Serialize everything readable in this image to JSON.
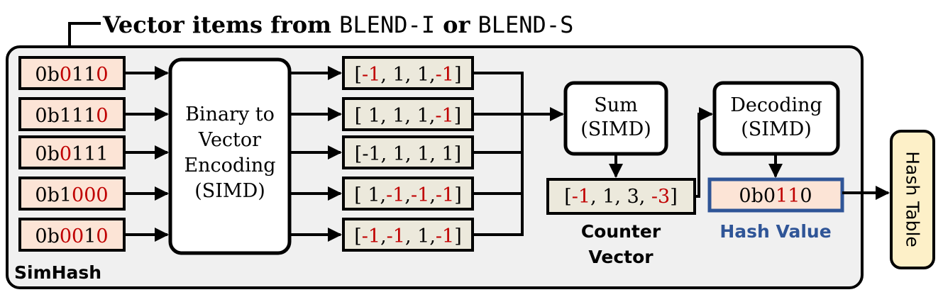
{
  "colors": {
    "red": "#c00000",
    "blue": "#2f5597",
    "input_fill": "#fce4d6",
    "vector_fill": "#ece9dc",
    "table_fill": "#fdf0c8",
    "panel_fill": "#f0f0f0"
  },
  "header": {
    "prefix": "Vector items from ",
    "code1": "BLEND-I",
    "connector": " or ",
    "code2": "BLEND-S"
  },
  "panel_label": "SimHash",
  "inputs": [
    {
      "prefix": "0b",
      "bits": [
        "0",
        "1",
        "1",
        "0"
      ],
      "flags": [
        true,
        false,
        false,
        true
      ]
    },
    {
      "prefix": "0b",
      "bits": [
        "1",
        "1",
        "1",
        "0"
      ],
      "flags": [
        false,
        false,
        false,
        true
      ]
    },
    {
      "prefix": "0b",
      "bits": [
        "0",
        "1",
        "1",
        "1"
      ],
      "flags": [
        true,
        false,
        false,
        false
      ]
    },
    {
      "prefix": "0b",
      "bits": [
        "1",
        "0",
        "0",
        "0"
      ],
      "flags": [
        false,
        true,
        true,
        true
      ]
    },
    {
      "prefix": "0b",
      "bits": [
        "0",
        "0",
        "1",
        "0"
      ],
      "flags": [
        true,
        true,
        false,
        true
      ]
    }
  ],
  "encoder": {
    "lines": [
      "Binary to",
      "Vector",
      "Encoding",
      "(SIMD)"
    ]
  },
  "vectors": [
    {
      "tokens": [
        {
          "t": "[",
          "r": false
        },
        {
          "t": "-1",
          "r": true
        },
        {
          "t": ", 1, 1,",
          "r": false
        },
        {
          "t": "-1",
          "r": true
        },
        {
          "t": "]",
          "r": false
        }
      ]
    },
    {
      "tokens": [
        {
          "t": "[ 1, 1, 1,",
          "r": false
        },
        {
          "t": "-1",
          "r": true
        },
        {
          "t": "]",
          "r": false
        }
      ]
    },
    {
      "tokens": [
        {
          "t": "[-1, 1, 1, 1]",
          "r": false
        }
      ]
    },
    {
      "tokens": [
        {
          "t": "[ 1,",
          "r": false
        },
        {
          "t": "-1",
          "r": true
        },
        {
          "t": ",",
          "r": false
        },
        {
          "t": "-1",
          "r": true
        },
        {
          "t": ",",
          "r": false
        },
        {
          "t": "-1",
          "r": true
        },
        {
          "t": "]",
          "r": false
        }
      ]
    },
    {
      "tokens": [
        {
          "t": "[",
          "r": false
        },
        {
          "t": "-1",
          "r": true
        },
        {
          "t": ",",
          "r": false
        },
        {
          "t": "-1",
          "r": true
        },
        {
          "t": ", 1,",
          "r": false
        },
        {
          "t": "-1",
          "r": true
        },
        {
          "t": "]",
          "r": false
        }
      ]
    }
  ],
  "sum_box": {
    "lines": [
      "Sum",
      "(SIMD)"
    ]
  },
  "counter": {
    "tokens": [
      {
        "t": "[",
        "r": false
      },
      {
        "t": "-1",
        "r": true
      },
      {
        "t": ", 1, 3, ",
        "r": false
      },
      {
        "t": "-3",
        "r": true
      },
      {
        "t": "]",
        "r": false
      }
    ],
    "label_lines": [
      "Counter",
      "Vector"
    ]
  },
  "decoding_box": {
    "lines": [
      "Decoding",
      "(SIMD)"
    ]
  },
  "hash": {
    "prefix": "0b",
    "bits": [
      "0",
      "1",
      "1",
      "0"
    ],
    "flags": [
      false,
      true,
      true,
      false
    ],
    "label": "Hash Value"
  },
  "hash_table": {
    "label": "Hash Table"
  }
}
